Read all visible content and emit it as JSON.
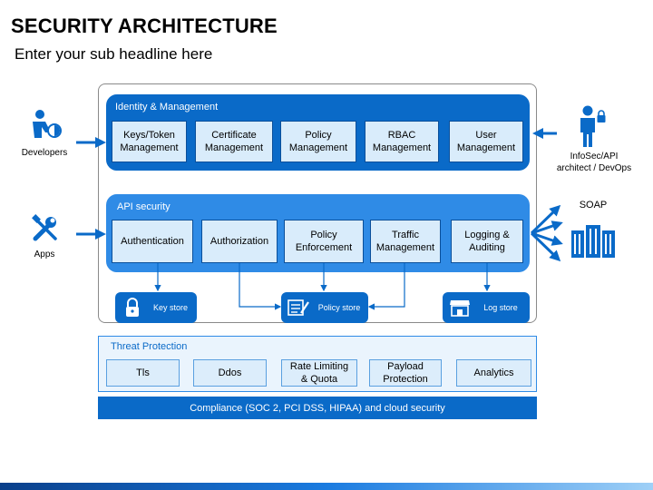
{
  "header": {
    "title": "SECURITY ARCHITECTURE",
    "subtitle": "Enter your sub headline here"
  },
  "identity": {
    "label": "Identity & Management",
    "items": [
      "Keys/Token Management",
      "Certificate Management",
      "Policy Management",
      "RBAC Management",
      "User Management"
    ]
  },
  "api": {
    "label": "API security",
    "items": [
      "Authentication",
      "Authorization",
      "Policy Enforcement",
      "Traffic Management",
      "Logging & Auditing"
    ]
  },
  "stores": {
    "key": "Key store",
    "policy": "Policy store",
    "log": "Log store"
  },
  "threat": {
    "label": "Threat Protection",
    "items": [
      "Tls",
      "Ddos",
      "Rate Limiting & Quota",
      "Payload Protection",
      "Analytics"
    ]
  },
  "compliance": {
    "label": "Compliance (SOC 2, PCI DSS, HIPAA) and cloud security"
  },
  "actors": {
    "developers": "Developers",
    "apps": "Apps",
    "infosec": "InfoSec/API architect / DevOps",
    "soap": "SOAP"
  },
  "colors": {
    "dark_blue": "#0a6ac8",
    "mid_blue": "#2f8be6",
    "light_box": "#d9ecfb"
  },
  "icons": [
    "developer-icon",
    "tools-icon",
    "security-person-icon",
    "server-icon",
    "lock-icon",
    "policy-doc-icon",
    "store-icon"
  ]
}
